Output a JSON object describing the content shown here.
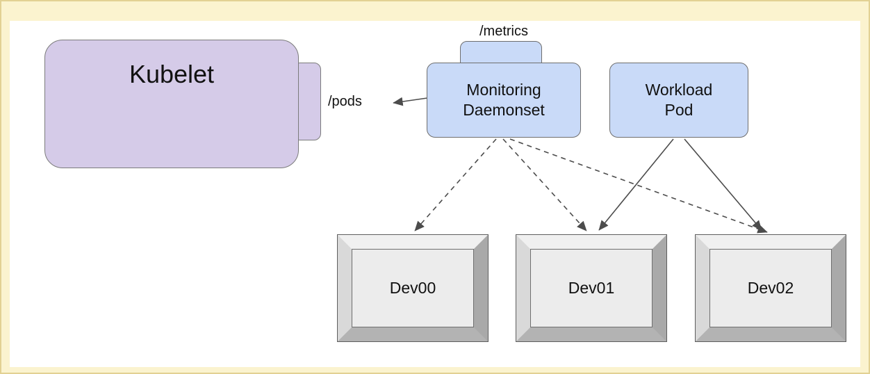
{
  "diagram": {
    "nodes": {
      "kubelet": {
        "label": "Kubelet"
      },
      "monitoring_daemonset": {
        "line1": "Monitoring",
        "line2": "Daemonset"
      },
      "workload_pod": {
        "line1": "Workload",
        "line2": "Pod"
      },
      "dev00": {
        "label": "Dev00"
      },
      "dev01": {
        "label": "Dev01"
      },
      "dev02": {
        "label": "Dev02"
      }
    },
    "labels": {
      "pods_endpoint": "/pods",
      "metrics_endpoint": "/metrics"
    },
    "edges": [
      {
        "from": "monitoring_daemonset",
        "to": "kubelet",
        "label": "/pods",
        "style": "solid"
      },
      {
        "from": "monitoring_daemonset",
        "to": "dev00",
        "style": "dashed"
      },
      {
        "from": "monitoring_daemonset",
        "to": "dev01",
        "style": "dashed"
      },
      {
        "from": "monitoring_daemonset",
        "to": "dev02",
        "style": "dashed"
      },
      {
        "from": "workload_pod",
        "to": "dev01",
        "style": "solid"
      },
      {
        "from": "workload_pod",
        "to": "dev02",
        "style": "solid"
      }
    ],
    "colors": {
      "frame_bg": "#fbf3cf",
      "frame_border": "#e2d193",
      "canvas_bg": "#ffffff",
      "kubelet_fill": "#d5cbe8",
      "pod_fill": "#c9daf8",
      "node_border": "#6e6e6e",
      "dev_face": "#ececec",
      "arrow": "#4c4c4c"
    }
  }
}
